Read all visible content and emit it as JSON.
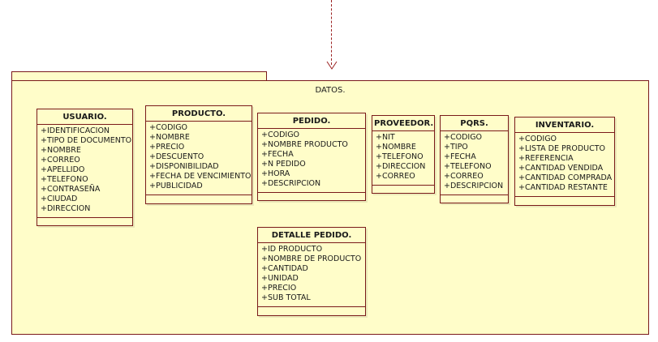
{
  "package": {
    "name": "DATOS."
  },
  "classes": [
    {
      "id": "usuario",
      "name": "USUARIO.",
      "attributes": [
        "+IDENTIFICACION",
        "+TIPO DE DOCUMENTO",
        "+NOMBRE",
        "+CORREO",
        "+APELLIDO",
        "+TELEFONO",
        "+CONTRASEÑA",
        "+CIUDAD",
        "+DIRECCION"
      ]
    },
    {
      "id": "producto",
      "name": "PRODUCTO.",
      "attributes": [
        "+CODIGO",
        "+NOMBRE",
        "+PRECIO",
        "+DESCUENTO",
        "+DISPONIBILIDAD",
        "+FECHA DE VENCIMIENTO",
        "+PUBLICIDAD"
      ]
    },
    {
      "id": "pedido",
      "name": "PEDIDO.",
      "attributes": [
        "+CODIGO",
        "+NOMBRE PRODUCTO",
        "+FECHA",
        "+N PEDIDO",
        "+HORA",
        "+DESCRIPCION"
      ]
    },
    {
      "id": "proveedor",
      "name": "PROVEEDOR.",
      "attributes": [
        "+NIT",
        "+NOMBRE",
        "+TELEFONO",
        "+DIRECCION",
        "+CORREO"
      ]
    },
    {
      "id": "pqrs",
      "name": "PQRS.",
      "attributes": [
        "+CODIGO",
        "+TIPO",
        "+FECHA",
        "+TELEFONO",
        "+CORREO",
        "+DESCRIPCION"
      ]
    },
    {
      "id": "inventario",
      "name": "INVENTARIO.",
      "attributes": [
        "+CODIGO",
        "+LISTA DE PRODUCTO",
        "+REFERENCIA",
        "+CANTIDAD VENDIDA",
        "+CANTIDAD COMPRADA",
        "+CANTIDAD RESTANTE"
      ]
    },
    {
      "id": "detalle-pedido",
      "name": "DETALLE PEDIDO.",
      "attributes": [
        "+ID PRODUCTO",
        "+NOMBRE DE PRODUCTO",
        "+CANTIDAD",
        "+UNIDAD",
        "+PRECIO",
        "+SUB TOTAL"
      ]
    }
  ]
}
